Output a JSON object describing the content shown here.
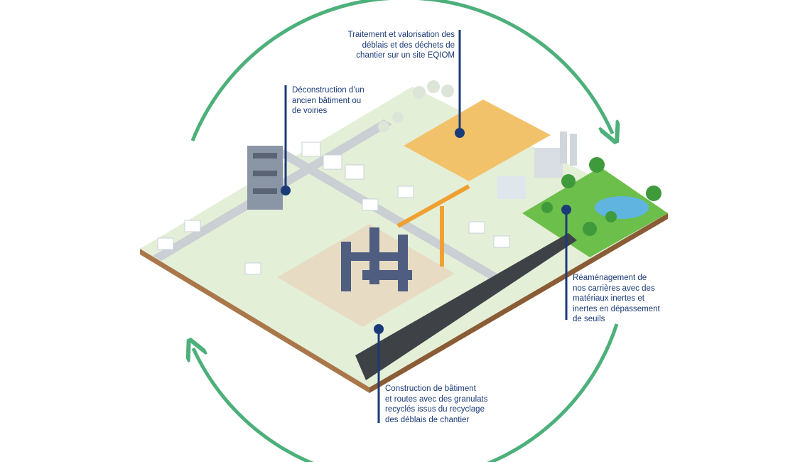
{
  "callouts": {
    "treatment": "Traitement et valorisation des\ndéblais et des déchets de\nchantier sur un site EQIOM",
    "deconstruction": "Déconstruction d’un\nancien bâtiment ou\nde voiries",
    "quarries": "Réaménagement de\nnos carrières avec des\nmatériaux inertes et\ninertes en dépassement\nde seuils",
    "construction": "Construction de bâtiment\net routes avec des granulats\nrecyclés issus du recyclage\ndes déblais de chantier"
  },
  "colors": {
    "cycle": "#4db07a",
    "callout": "#1b3a78",
    "ground": "#e4efd8",
    "soil": "#a9774a",
    "sand": "#f2c26b"
  }
}
